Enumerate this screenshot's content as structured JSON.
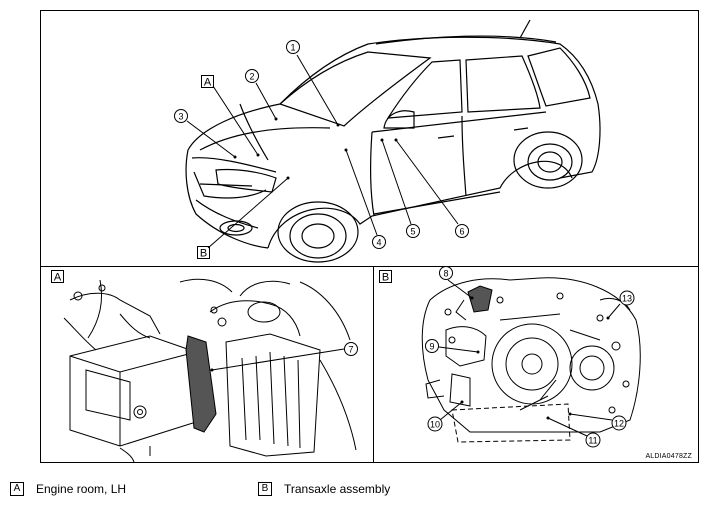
{
  "callouts": [
    "1",
    "2",
    "3",
    "4",
    "5",
    "6",
    "7",
    "8",
    "9",
    "10",
    "11",
    "12",
    "13"
  ],
  "inset_labels": {
    "a": "A",
    "b": "B"
  },
  "figure_code": "ALDIA0478ZZ",
  "legend": [
    {
      "key": "A",
      "text": "Engine room, LH"
    },
    {
      "key": "B",
      "text": "Transaxle assembly"
    }
  ]
}
